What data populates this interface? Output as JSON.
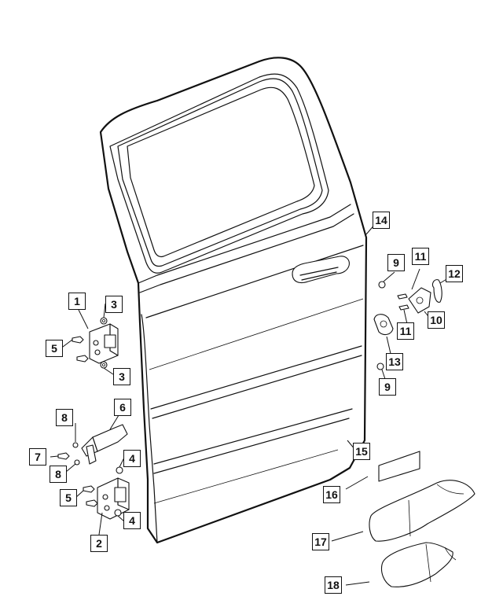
{
  "callouts": [
    {
      "label": "1"
    },
    {
      "label": "2"
    },
    {
      "label": "3"
    },
    {
      "label": "3"
    },
    {
      "label": "4"
    },
    {
      "label": "4"
    },
    {
      "label": "5"
    },
    {
      "label": "5"
    },
    {
      "label": "6"
    },
    {
      "label": "7"
    },
    {
      "label": "8"
    },
    {
      "label": "8"
    },
    {
      "label": "9"
    },
    {
      "label": "9"
    },
    {
      "label": "10"
    },
    {
      "label": "11"
    },
    {
      "label": "11"
    },
    {
      "label": "12"
    },
    {
      "label": "13"
    },
    {
      "label": "14"
    },
    {
      "label": "15"
    },
    {
      "label": "16"
    },
    {
      "label": "17"
    },
    {
      "label": "18"
    }
  ]
}
